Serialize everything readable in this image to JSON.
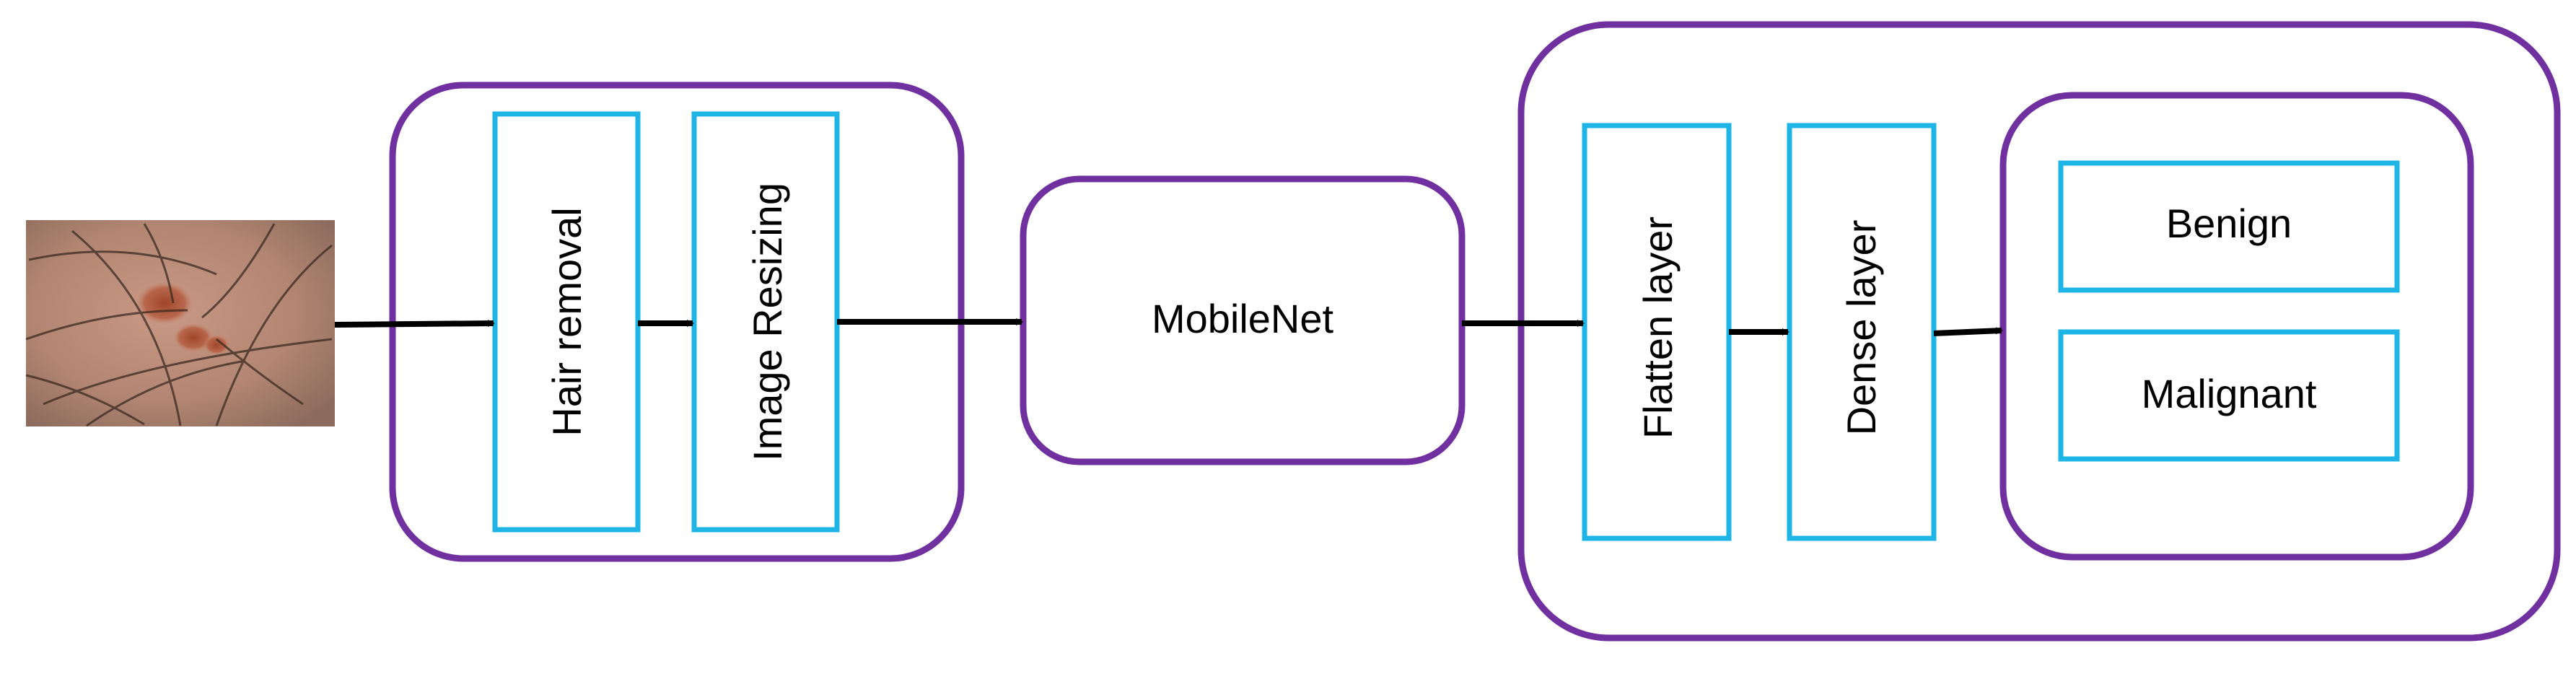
{
  "diagram": {
    "nodes": {
      "input_image": {
        "label": ""
      },
      "hair_removal": {
        "label": "Hair removal"
      },
      "image_resizing": {
        "label": "Image Resizing"
      },
      "mobilenet": {
        "label": "MobileNet"
      },
      "flatten_layer": {
        "label": "Flatten layer"
      },
      "dense_layer": {
        "label": "Dense layer"
      },
      "benign": {
        "label": "Benign"
      },
      "malignant": {
        "label": "Malignant"
      }
    },
    "edges": [
      {
        "from": "input_image",
        "to": "preprocessing_group"
      },
      {
        "from": "hair_removal",
        "to": "image_resizing"
      },
      {
        "from": "preprocessing_group",
        "to": "mobilenet"
      },
      {
        "from": "mobilenet",
        "to": "classifier_group"
      },
      {
        "from": "flatten_layer",
        "to": "dense_layer"
      },
      {
        "from": "dense_layer",
        "to": "output_group"
      }
    ]
  },
  "colors": {
    "group_border": "#7030a0",
    "box_border": "#1eb4e6",
    "arrow": "#000000",
    "text": "#000000",
    "background": "#ffffff"
  }
}
